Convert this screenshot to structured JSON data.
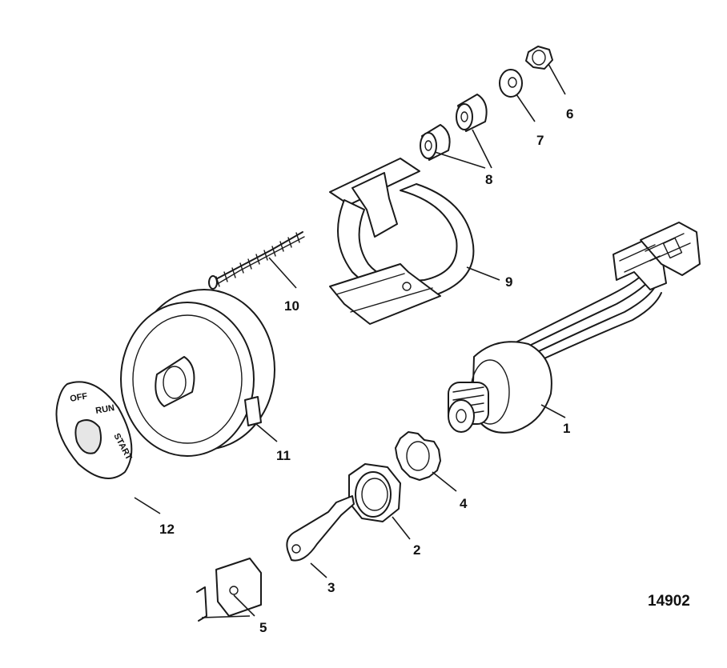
{
  "diagram": {
    "reference_number": "14902",
    "dial_labels": {
      "off": "OFF",
      "run": "RUN",
      "start": "START"
    },
    "callouts": [
      {
        "id": "1",
        "label": "1"
      },
      {
        "id": "2",
        "label": "2"
      },
      {
        "id": "3",
        "label": "3"
      },
      {
        "id": "4",
        "label": "4"
      },
      {
        "id": "5",
        "label": "5"
      },
      {
        "id": "6",
        "label": "6"
      },
      {
        "id": "7",
        "label": "7"
      },
      {
        "id": "8",
        "label": "8"
      },
      {
        "id": "9",
        "label": "9"
      },
      {
        "id": "10",
        "label": "10"
      },
      {
        "id": "11",
        "label": "11"
      },
      {
        "id": "12",
        "label": "12"
      }
    ]
  }
}
